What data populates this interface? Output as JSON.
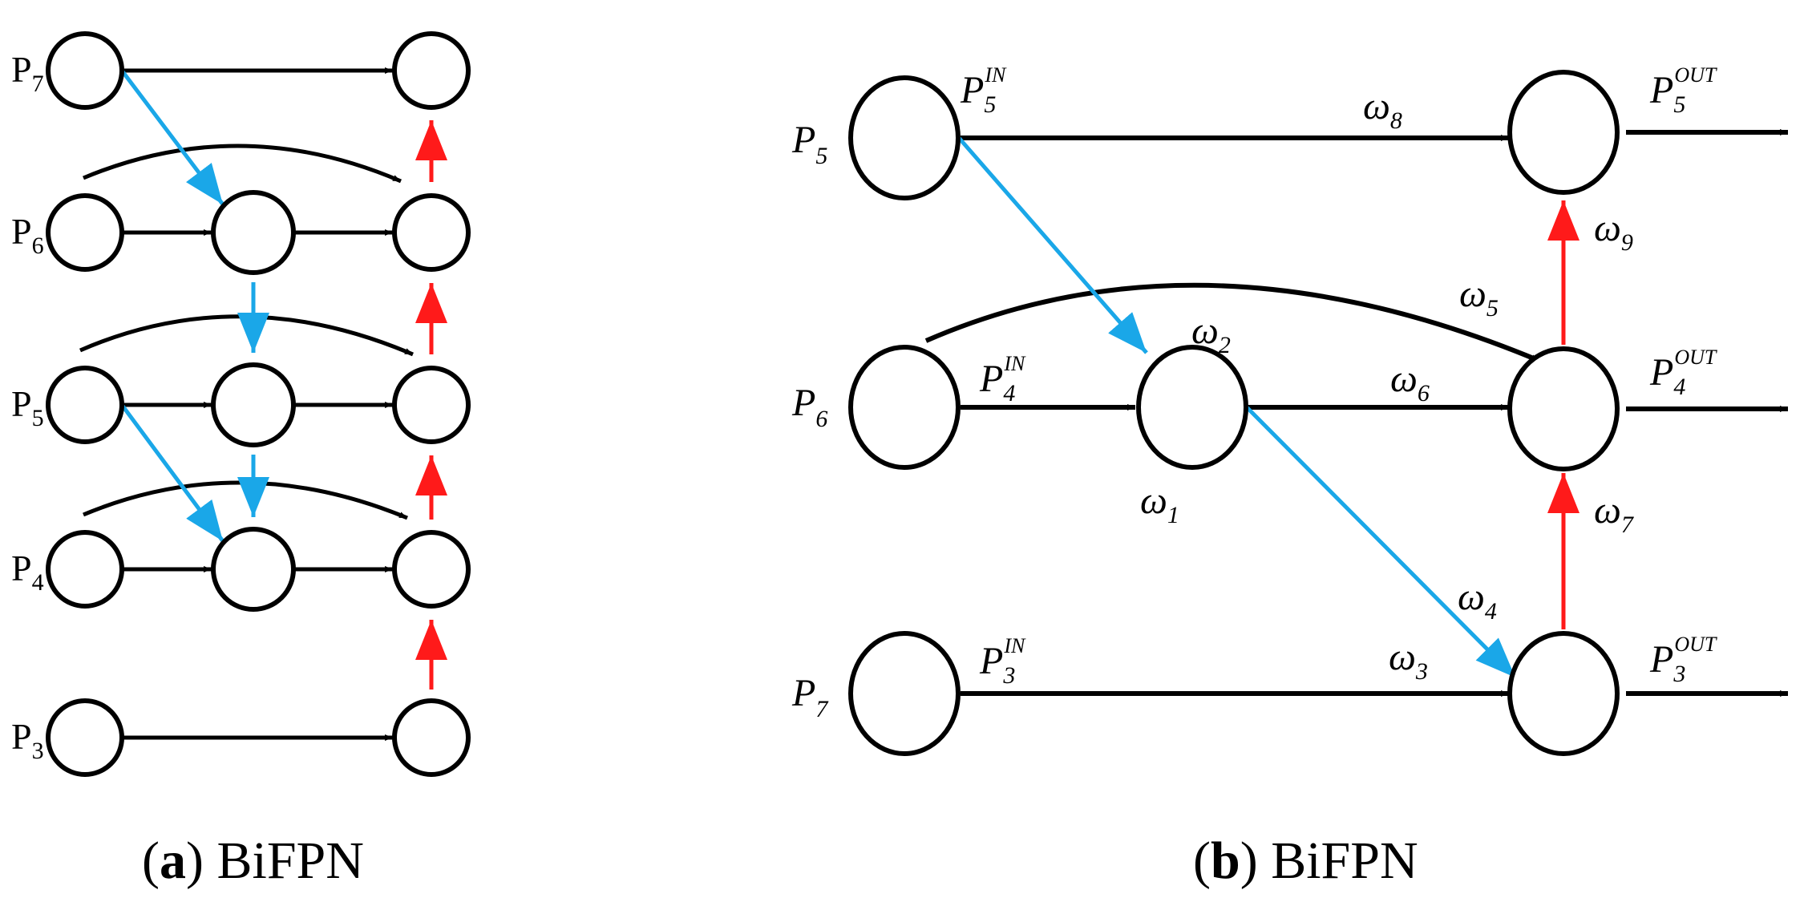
{
  "colors": {
    "black_arrow": "#000000",
    "blue_arrow": "#1aa7e8",
    "red_arrow": "#ff1a1a"
  },
  "panel_a": {
    "level_labels": [
      {
        "main": "P",
        "sub": "7"
      },
      {
        "main": "P",
        "sub": "6"
      },
      {
        "main": "P",
        "sub": "5"
      },
      {
        "main": "P",
        "sub": "4"
      },
      {
        "main": "P",
        "sub": "3"
      }
    ],
    "caption": {
      "open": "(",
      "letter": "a",
      "close": ")",
      "text": " BiFPN"
    }
  },
  "panel_b": {
    "level_labels": [
      {
        "main": "P",
        "sub": "5"
      },
      {
        "main": "P",
        "sub": "6"
      },
      {
        "main": "P",
        "sub": "7"
      }
    ],
    "in_labels": [
      {
        "main": "P",
        "sub": "5",
        "sup": "IN"
      },
      {
        "main": "P",
        "sub": "4",
        "sup": "IN"
      },
      {
        "main": "P",
        "sub": "3",
        "sup": "IN"
      }
    ],
    "out_labels": [
      {
        "main": "P",
        "sub": "5",
        "sup": "OUT"
      },
      {
        "main": "P",
        "sub": "4",
        "sup": "OUT"
      },
      {
        "main": "P",
        "sub": "3",
        "sup": "OUT"
      }
    ],
    "weights": [
      {
        "main": "ω",
        "sub": "1"
      },
      {
        "main": "ω",
        "sub": "2"
      },
      {
        "main": "ω",
        "sub": "3"
      },
      {
        "main": "ω",
        "sub": "4"
      },
      {
        "main": "ω",
        "sub": "5"
      },
      {
        "main": "ω",
        "sub": "6"
      },
      {
        "main": "ω",
        "sub": "7"
      },
      {
        "main": "ω",
        "sub": "8"
      },
      {
        "main": "ω",
        "sub": "9"
      }
    ],
    "caption": {
      "open": "(",
      "letter": "b",
      "close": ")",
      "text": " BiFPN"
    }
  }
}
